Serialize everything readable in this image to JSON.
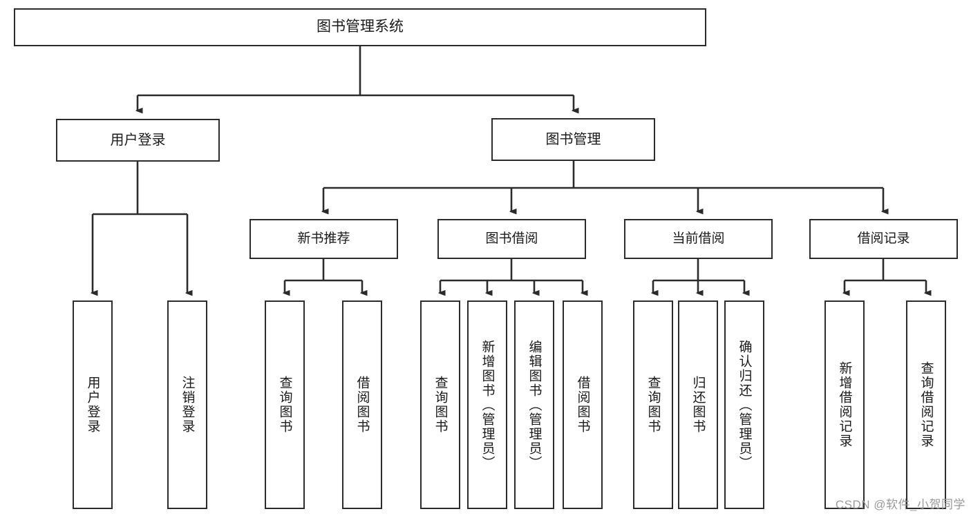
{
  "diagram": {
    "type": "tree",
    "title": "图书管理系统",
    "colors": {
      "box_border": "#2b2b2b",
      "box_fill": "#ffffff",
      "line": "#2b2b2b",
      "text": "#1a1a1a",
      "watermark": "#9a9a9a",
      "background": "#ffffff"
    },
    "root": {
      "label": "图书管理系统"
    },
    "level2": [
      {
        "label": "用户登录"
      },
      {
        "label": "图书管理"
      }
    ],
    "level3": [
      {
        "label": "新书推荐"
      },
      {
        "label": "图书借阅"
      },
      {
        "label": "当前借阅"
      },
      {
        "label": "借阅记录"
      }
    ],
    "leaves": {
      "user_login": [
        {
          "label": "用户登录"
        },
        {
          "label": "注销登录"
        }
      ],
      "new_book": [
        {
          "label": "查询图书"
        },
        {
          "label": "借阅图书"
        }
      ],
      "book_borrow": [
        {
          "label": "查询图书"
        },
        {
          "label": "新增图书（管理员）"
        },
        {
          "label": "编辑图书（管理员）"
        },
        {
          "label": "借阅图书"
        }
      ],
      "current_borrow": [
        {
          "label": "查询图书"
        },
        {
          "label": "归还图书"
        },
        {
          "label": "确认归还（管理员）"
        }
      ],
      "borrow_record": [
        {
          "label": "新增借阅记录"
        },
        {
          "label": "查询借阅记录"
        }
      ]
    }
  },
  "watermark": {
    "text": "CSDN @软件_小贺同学"
  }
}
